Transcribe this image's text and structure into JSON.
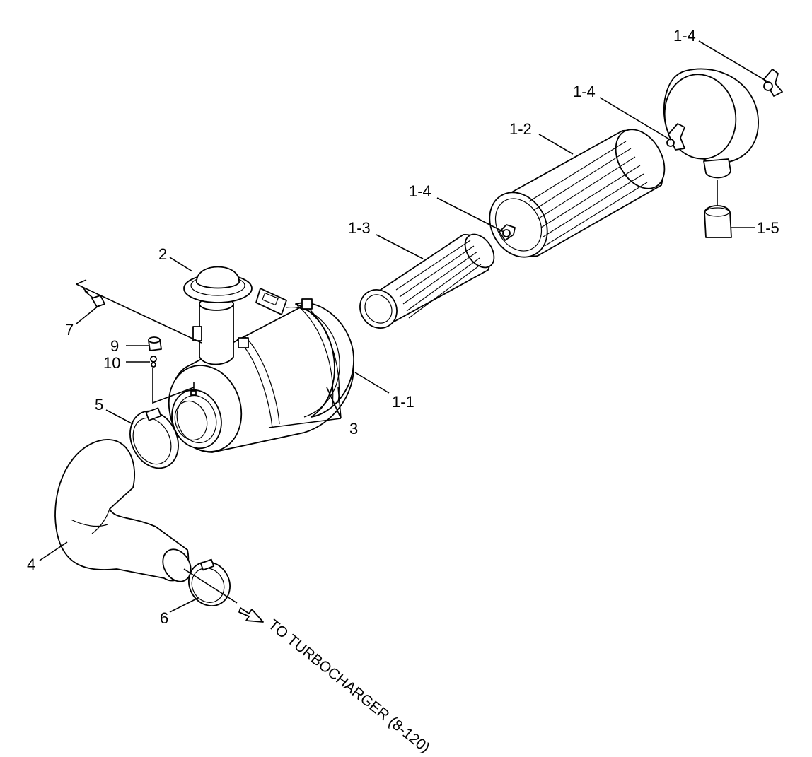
{
  "labels": {
    "l_1_1": "1-1",
    "l_1_2": "1-2",
    "l_1_3": "1-3",
    "l_1_4_a": "1-4",
    "l_1_4_b": "1-4",
    "l_1_4_c": "1-4",
    "l_1_5": "1-5",
    "l_2": "2",
    "l_3": "3",
    "l_4": "4",
    "l_5": "5",
    "l_6": "6",
    "l_7": "7",
    "l_9": "9",
    "l_10": "10"
  },
  "annotation": {
    "to_turbocharger": "TO TURBOCHARGER (8-120)"
  },
  "colors": {
    "line": "#000000",
    "fill": "#ffffff"
  }
}
